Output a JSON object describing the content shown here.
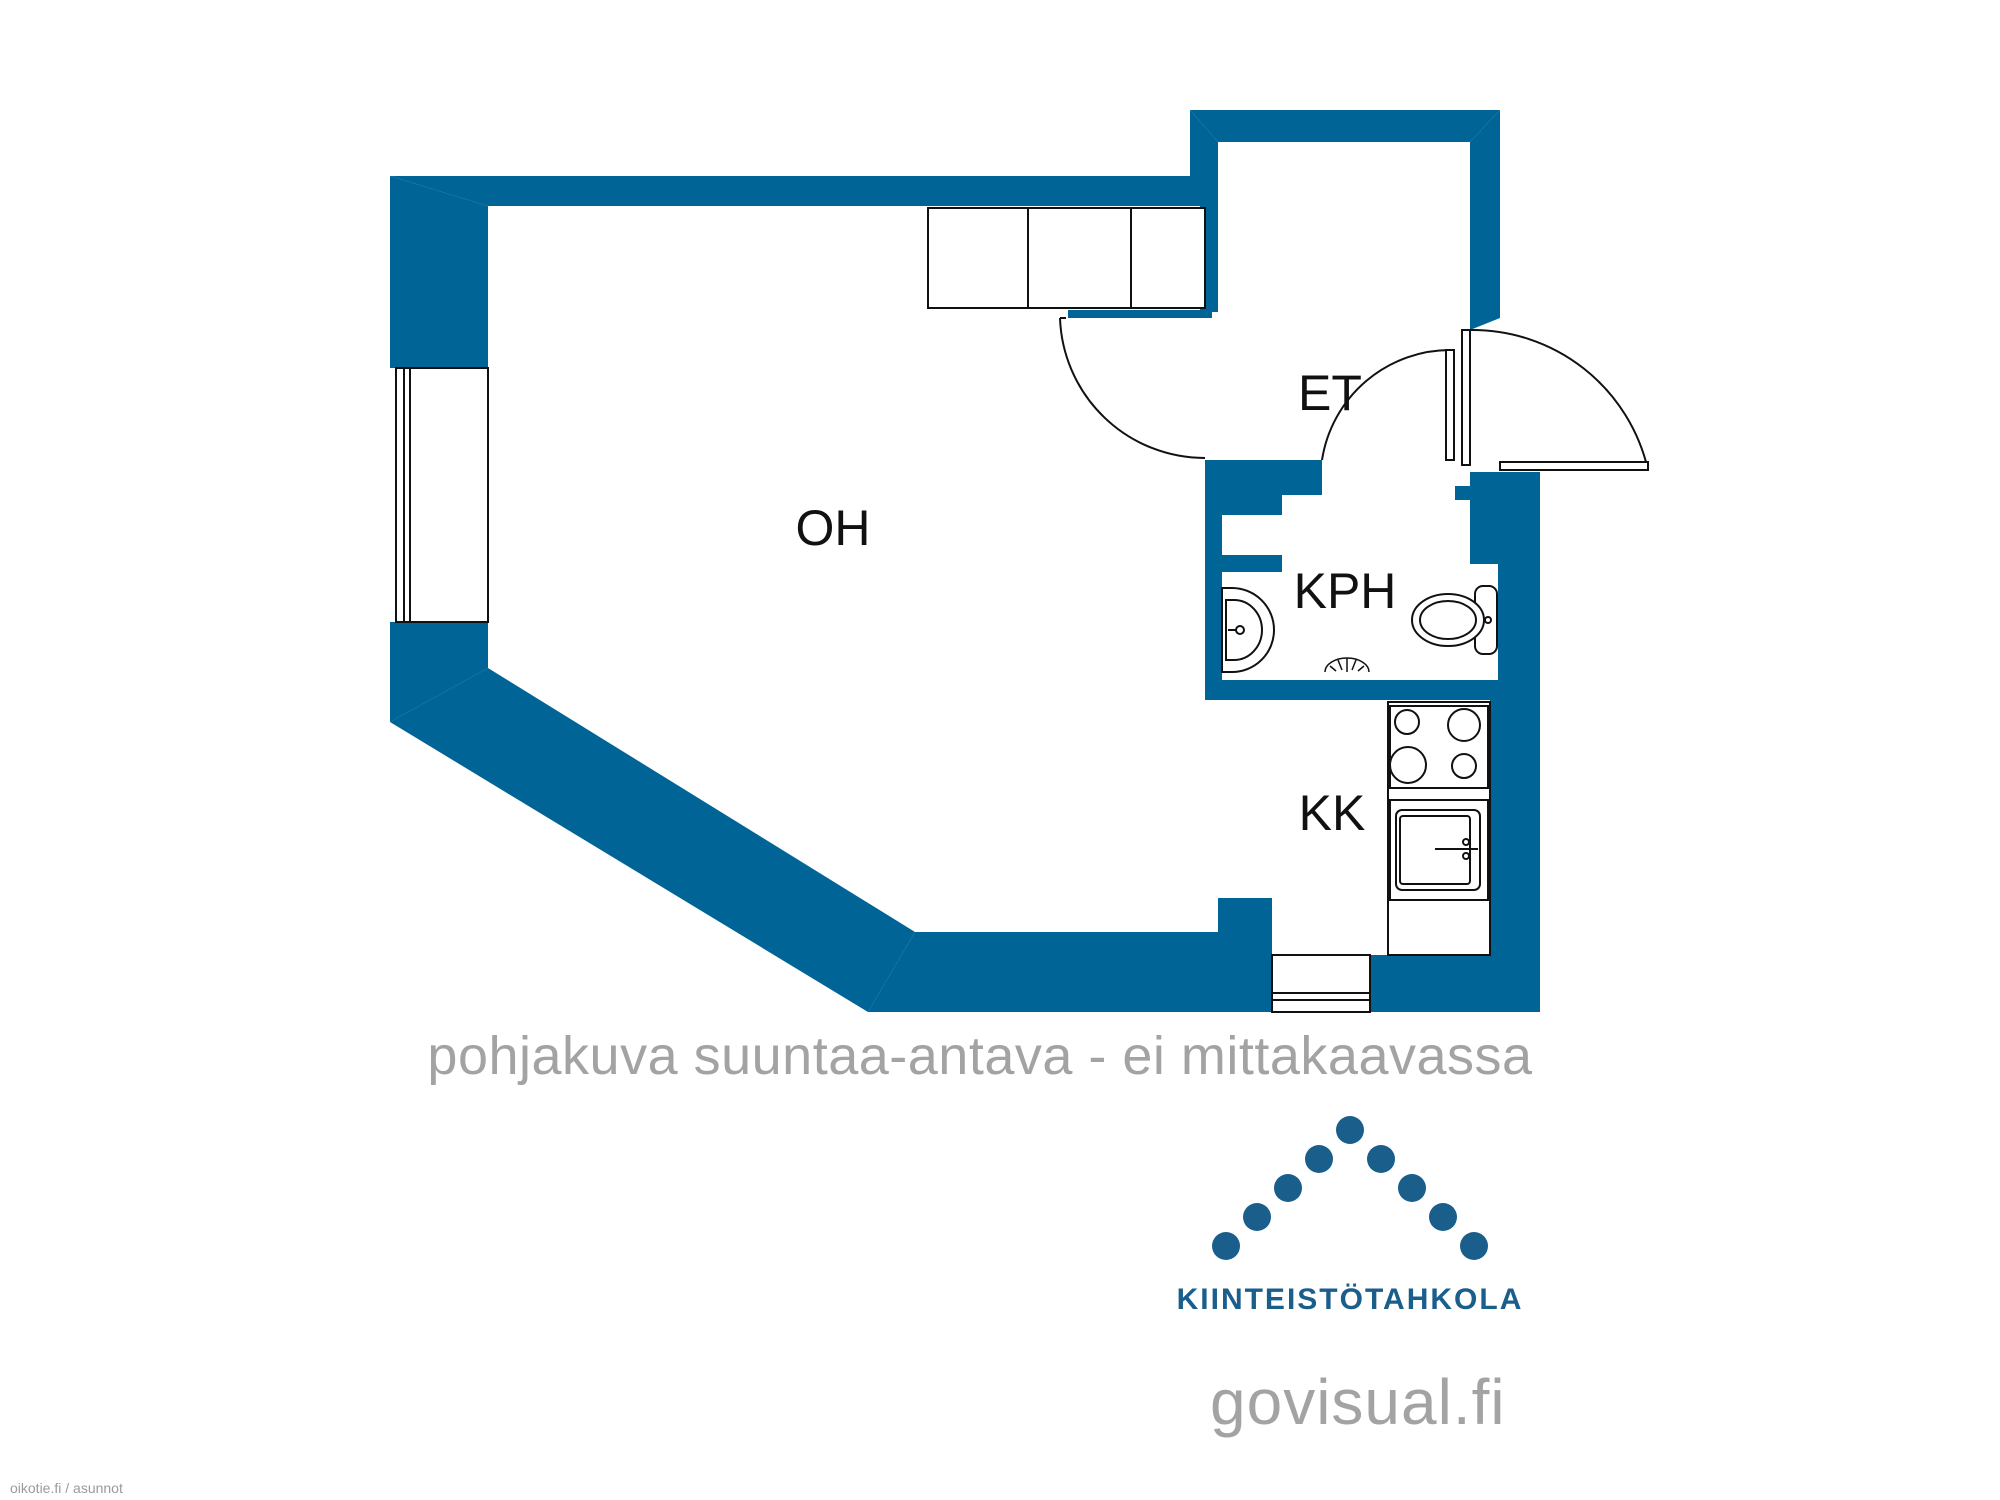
{
  "colors": {
    "wall": "#006496",
    "line": "#111111",
    "caption": "#a3a3a3"
  },
  "rooms": {
    "oh": "OH",
    "et": "ET",
    "kph": "KPH",
    "kk": "KK"
  },
  "caption": "pohjakuva suuntaa-antava - ei mittakaavassa",
  "brand": {
    "name": "KIINTEISTÖTAHKOLA",
    "color": "#1a5e8c",
    "dots": 9
  },
  "site": "govisual.fi",
  "credit": "oikotie.fi / asunnot"
}
